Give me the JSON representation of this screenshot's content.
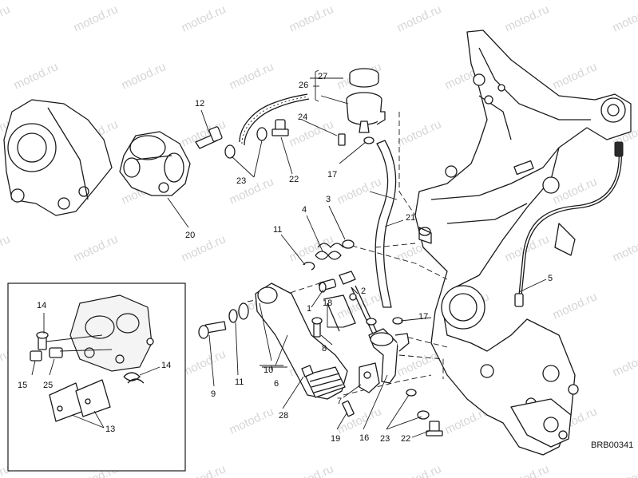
{
  "watermark": "motod.ru",
  "reference_code": "BRB00341",
  "callouts": {
    "c1": "1",
    "c2": "2",
    "c3": "3",
    "c4": "4",
    "c5": "5",
    "c6": "6",
    "c7": "7",
    "c8": "8",
    "c9": "9",
    "c10": "10",
    "c11a": "11",
    "c11b": "11",
    "c12": "12",
    "c13": "13",
    "c14a": "14",
    "c14b": "14",
    "c15": "15",
    "c16": "16",
    "c17a": "17",
    "c17b": "17",
    "c18": "18",
    "c19": "19",
    "c20": "20",
    "c21": "21",
    "c22a": "22",
    "c22b": "22",
    "c23a": "23",
    "c23b": "23",
    "c24": "24",
    "c25": "25",
    "c26": "26",
    "c27": "27",
    "c28": "28"
  }
}
